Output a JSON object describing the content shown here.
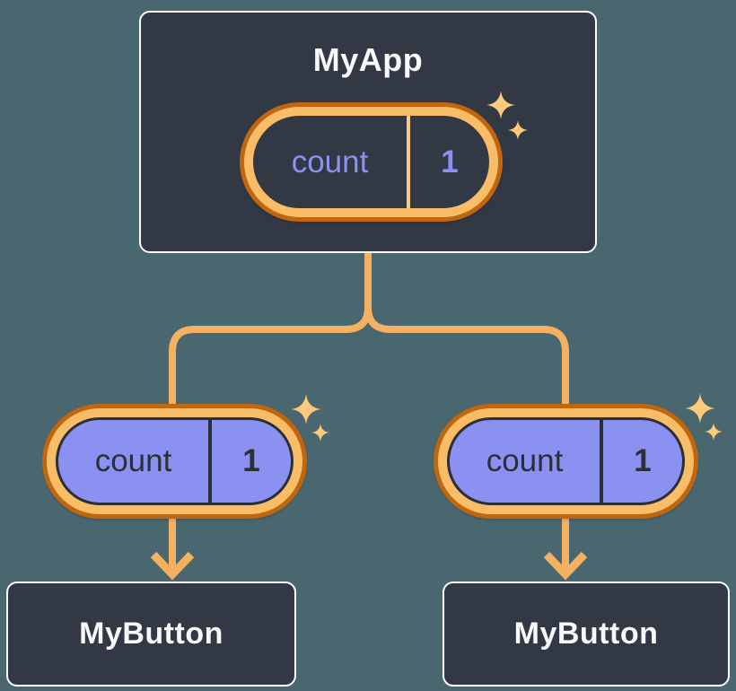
{
  "diagram": {
    "description": "Component tree passing state down as props",
    "root": {
      "title": "MyApp",
      "state": {
        "label": "count",
        "value": "1"
      }
    },
    "children": [
      {
        "title": "MyButton",
        "prop": {
          "label": "count",
          "value": "1"
        }
      },
      {
        "title": "MyButton",
        "prop": {
          "label": "count",
          "value": "1"
        }
      }
    ]
  },
  "icons": {
    "sparkle": "sparkle-icon"
  },
  "colors": {
    "background": "#4A666F",
    "node_fill": "#333845",
    "node_border": "#FFFFFF",
    "node_text": "#F7F8FA",
    "ring_outer": "#C0660F",
    "ring_inner": "#F9BD67",
    "pill_divider_dark_pill": "#FACB88",
    "connector": "#F4B161",
    "sparkle": "#FBCA7A",
    "state_text": "#8B91F0",
    "prop_fill": "#8B91F0",
    "prop_text": "#2A2F38"
  }
}
